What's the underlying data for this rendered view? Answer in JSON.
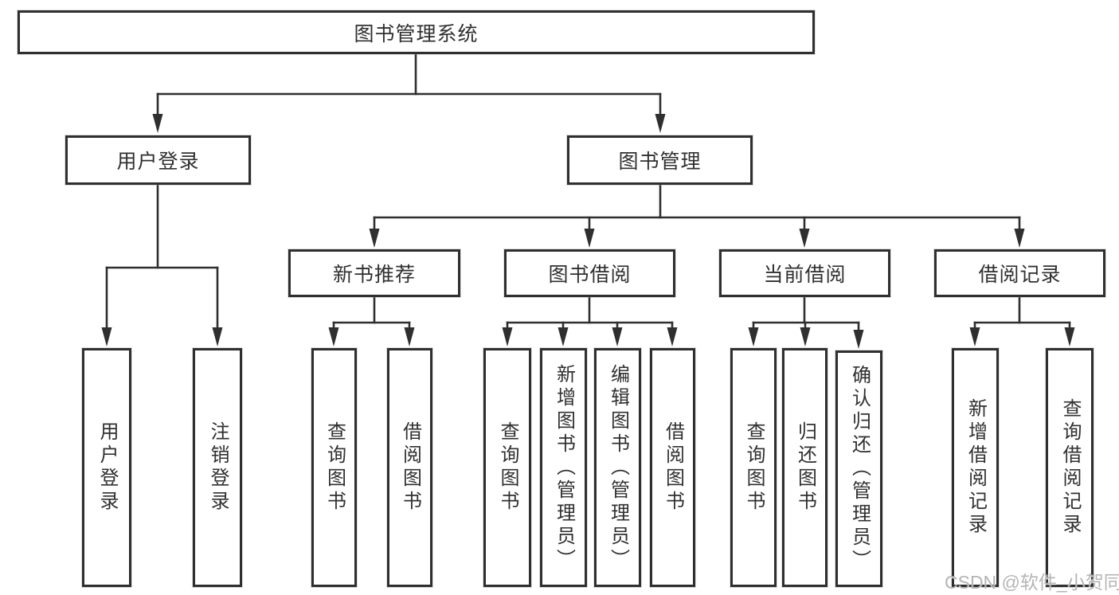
{
  "nodes": {
    "root": "图书管理系统",
    "user_login": "用户登录",
    "book_mgmt": "图书管理",
    "new_book_rec": "新书推荐",
    "book_borrow": "图书借阅",
    "current_borrow": "当前借阅",
    "borrow_record": "借阅记录",
    "ul_login": "用户登录",
    "ul_logout": "注销登录",
    "nb_query": "查询图书",
    "nb_borrow": "借阅图书",
    "bb_query": "查询图书",
    "bb_add": "新增图书（管理员）",
    "bb_edit": "编辑图书（管理员）",
    "bb_borrow": "借阅图书",
    "cb_query": "查询图书",
    "cb_return": "归还图书",
    "cb_confirm": "确认归还（管理员）",
    "br_add": "新增借阅记录",
    "br_query": "查询借阅记录"
  },
  "watermark": "CSDN @软件_小贺同学",
  "colors": {
    "line": "#2f2f2f",
    "text": "#303030",
    "box_background": "#ffffff",
    "watermark": "#afafaf",
    "background": "#ffffff"
  }
}
